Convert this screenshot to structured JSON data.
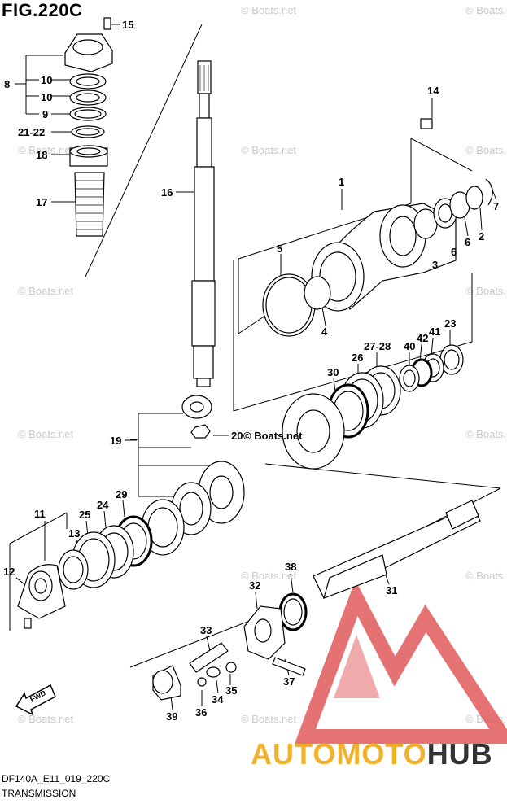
{
  "header": {
    "figure_title": "FIG.220C"
  },
  "footer": {
    "doc_code": "DF140A_E11_019_220C",
    "section": "TRANSMISSION"
  },
  "watermark": {
    "text": "© Boats.net"
  },
  "brand": {
    "part1": "AUTO",
    "part2": "MOTO",
    "part3": "HUB",
    "colors": {
      "red": "#e05a5a",
      "orange": "#f2b12a",
      "dark": "#333333"
    }
  },
  "fwd_arrow": {
    "label": "FWD"
  },
  "callouts": {
    "c1": "1",
    "c2": "2",
    "c3": "3",
    "c4": "4",
    "c5": "5",
    "c6a": "6",
    "c6b": "6",
    "c7": "7",
    "c8": "8",
    "c9": "9",
    "c10a": "10",
    "c10b": "10",
    "c11": "11",
    "c12": "12",
    "c13": "13",
    "c14": "14",
    "c15": "15",
    "c16": "16",
    "c17": "17",
    "c18": "18",
    "c19": "19",
    "c20": "20",
    "c21": "21-22",
    "c23": "23",
    "c24": "24",
    "c25": "25",
    "c26": "26",
    "c27": "27-28",
    "c29": "29",
    "c30": "30",
    "c31": "31",
    "c32": "32",
    "c33": "33",
    "c34": "34",
    "c35": "35",
    "c36": "36",
    "c37": "37",
    "c38": "38",
    "c39": "39",
    "c40": "40",
    "c41": "41",
    "c42": "42"
  }
}
